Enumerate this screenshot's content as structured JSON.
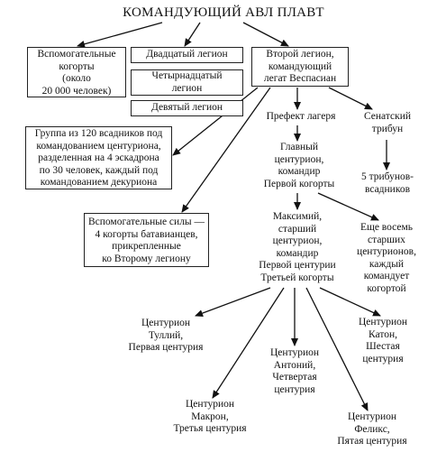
{
  "title": "КОМАНДУЮЩИЙ АВЛ ПЛАВТ",
  "boxes": {
    "auxiliary_cohorts": "Вспомогательные\nкогорты\n(около\n20 000 человек)",
    "legion_20": "Двадцатый легион",
    "legion_14": "Четырнадцатый\nлегион",
    "legion_9": "Девятый легион",
    "legion_2": "Второй легион,\nкомандующий\nлегат Веспасиан",
    "cavalry_group": "Группа из 120 всадников под\nкомандованием центуриона,\nразделенная на 4 эскадрона\nпо 30 человек, каждый под\nкомандованием декуриона",
    "batavian_aux": "Вспомогательные силы —\n4 когорты батавианцев,\nприкрепленные\nко Второму легиону"
  },
  "labels": {
    "camp_prefect": "Префект лагеря",
    "senatorial_tribune": "Сенатский\nтрибун",
    "chief_centurion": "Главный\nцентурион,\nкомандир\nПервой когорты",
    "five_tribunes": "5 трибунов-\nвсадников",
    "maximius": "Максимий,\nстарший\nцентурион,\nкомандир\nПервой центурии\nТретьей когорты",
    "eight_centurions": "Еще восемь\nстарших\nцентурионов,\nкаждый\nкомандует\nкогортой",
    "tullius": "Центурион\nТуллий,\nПервая центурия",
    "cato": "Центурион\nКатон,\nШестая\nцентурия",
    "antonius": "Центурион\nАнтоний,\nЧетвертая\nцентурия",
    "macro": "Центурион\nМакрон,\nТретья центурия",
    "felix": "Центурион\nФеликс,\nПятая центурия"
  },
  "links": [
    [
      "title",
      "auxiliary_cohorts"
    ],
    [
      "title",
      "legion_20"
    ],
    [
      "title",
      "legion_2"
    ],
    [
      "legion_2",
      "camp_prefect"
    ],
    [
      "legion_2",
      "senatorial_tribune"
    ],
    [
      "legion_2",
      "cavalry_group"
    ],
    [
      "legion_2",
      "batavian_aux"
    ],
    [
      "camp_prefect",
      "chief_centurion"
    ],
    [
      "senatorial_tribune",
      "five_tribunes"
    ],
    [
      "chief_centurion",
      "maximius"
    ],
    [
      "chief_centurion",
      "eight_centurions"
    ],
    [
      "maximius",
      "tullius"
    ],
    [
      "maximius",
      "cato"
    ],
    [
      "maximius",
      "antonius"
    ],
    [
      "maximius",
      "macro"
    ],
    [
      "maximius",
      "felix"
    ]
  ]
}
